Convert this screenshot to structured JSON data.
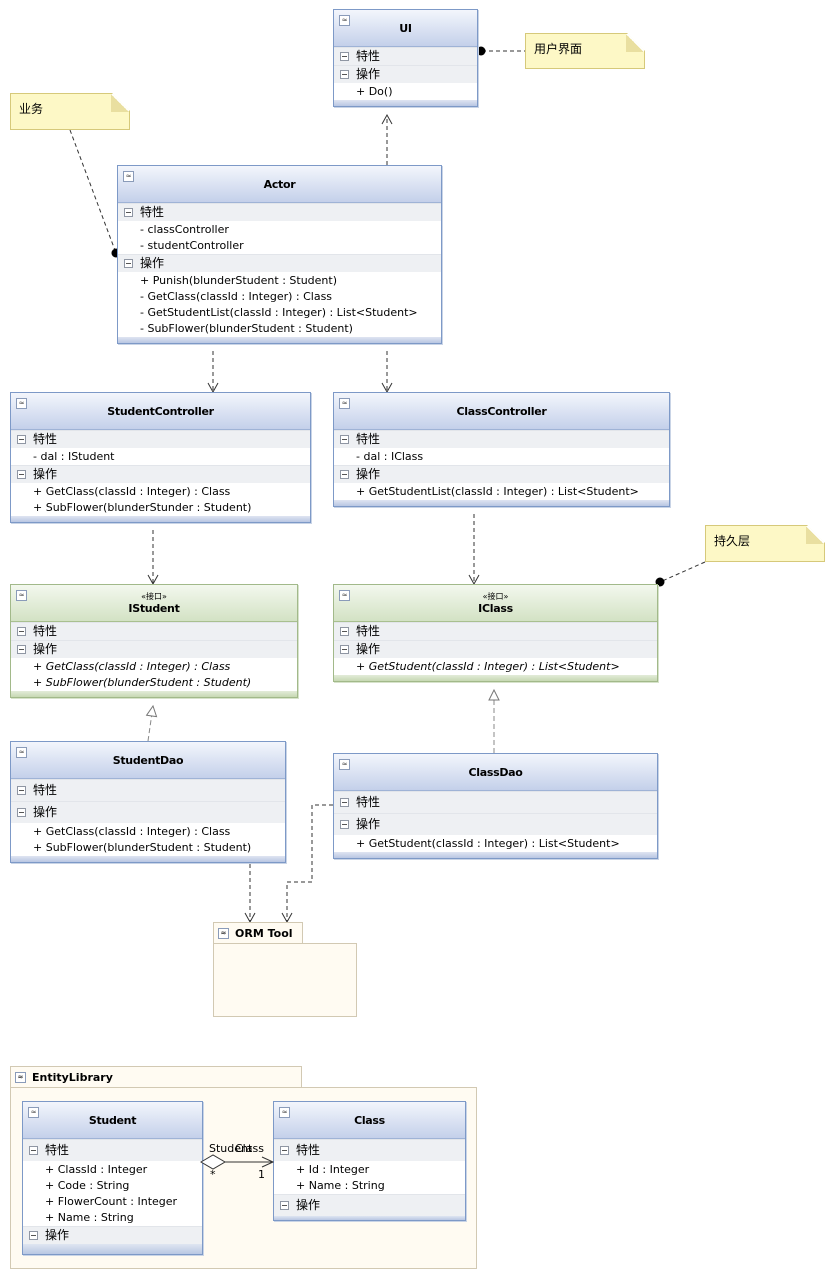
{
  "notes": {
    "ui_note": "用户界面",
    "business_note": "业务",
    "persistence_note": "持久层"
  },
  "section_labels": {
    "attributes": "特性",
    "operations": "操作"
  },
  "collapse_glyph": "≈",
  "classes": {
    "ui": {
      "name": "UI",
      "attributes": [],
      "operations": [
        "+ Do()"
      ]
    },
    "actor": {
      "name": "Actor",
      "attributes": [
        "- classController",
        "- studentController"
      ],
      "operations": [
        "+ Punish(blunderStudent : Student)",
        "- GetClass(classId : Integer) : Class",
        "- GetStudentList(classId : Integer) : List<Student>",
        "- SubFlower(blunderStudent : Student)"
      ]
    },
    "student_controller": {
      "name": "StudentController",
      "attributes": [
        "- dal : IStudent"
      ],
      "operations": [
        "+ GetClass(classId : Integer) : Class",
        "+ SubFlower(blunderStunder : Student)"
      ]
    },
    "class_controller": {
      "name": "ClassController",
      "attributes": [
        "- dal : IClass"
      ],
      "operations": [
        "+ GetStudentList(classId : Integer) : List<Student>"
      ]
    },
    "istudent": {
      "name": "IStudent",
      "stereotype": "«接口»",
      "attributes": [],
      "operations": [
        "+ GetClass(classId : Integer) : Class",
        "+ SubFlower(blunderStudent : Student)"
      ]
    },
    "iclass": {
      "name": "IClass",
      "stereotype": "«接口»",
      "attributes": [],
      "operations": [
        "+ GetStudent(classId : Integer) : List<Student>"
      ]
    },
    "student_dao": {
      "name": "StudentDao",
      "attributes": [],
      "operations": [
        "+ GetClass(classId : Integer) : Class",
        "+ SubFlower(blunderStudent : Student)"
      ]
    },
    "class_dao": {
      "name": "ClassDao",
      "attributes": [],
      "operations": [
        "+ GetStudent(classId : Integer) : List<Student>"
      ]
    },
    "student": {
      "name": "Student",
      "attributes": [
        "+ ClassId : Integer",
        "+ Code : String",
        "+ FlowerCount : Integer",
        "+ Name : String"
      ],
      "operations": []
    },
    "class": {
      "name": "Class",
      "attributes": [
        "+ Id : Integer",
        "+ Name : String"
      ],
      "operations": []
    }
  },
  "packages": {
    "orm_tool": "ORM Tool",
    "entity_library": "EntityLibrary"
  },
  "association": {
    "role_student": "Student",
    "role_class": "Class",
    "mult_student": "*",
    "mult_class": "1"
  },
  "colors": {
    "class_header": "#c4d0ea",
    "interface_header": "#d3e2c4",
    "note_fill": "#fdf8c6",
    "package_fill": "#fffbf2"
  }
}
